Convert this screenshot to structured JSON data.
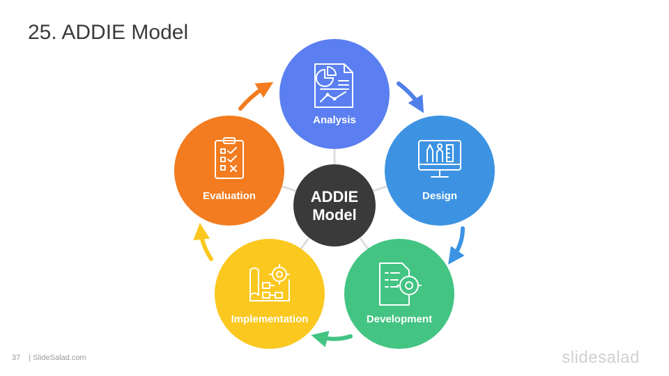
{
  "slide": {
    "title": "25. ADDIE Model",
    "page_number": "37",
    "footer_text": "| SlideSalad.com",
    "brand": "slidesalad"
  },
  "diagram": {
    "center": {
      "line1": "ADDIE",
      "line2": "Model",
      "color": "#3a3a3a"
    },
    "stages": [
      {
        "key": "analysis",
        "label": "Analysis",
        "color": "#5b7ff0",
        "icon": "analysis-report-icon"
      },
      {
        "key": "design",
        "label": "Design",
        "color": "#3d93e2",
        "icon": "design-monitor-icon"
      },
      {
        "key": "development",
        "label": "Development",
        "color": "#43c483",
        "icon": "development-gear-document-icon"
      },
      {
        "key": "implementation",
        "label": "Implementation",
        "color": "#fbc820",
        "icon": "implementation-blueprint-icon"
      },
      {
        "key": "evaluation",
        "label": "Evaluation",
        "color": "#f27c1f",
        "icon": "evaluation-checklist-icon"
      }
    ],
    "connector_color": "#dddddd"
  }
}
